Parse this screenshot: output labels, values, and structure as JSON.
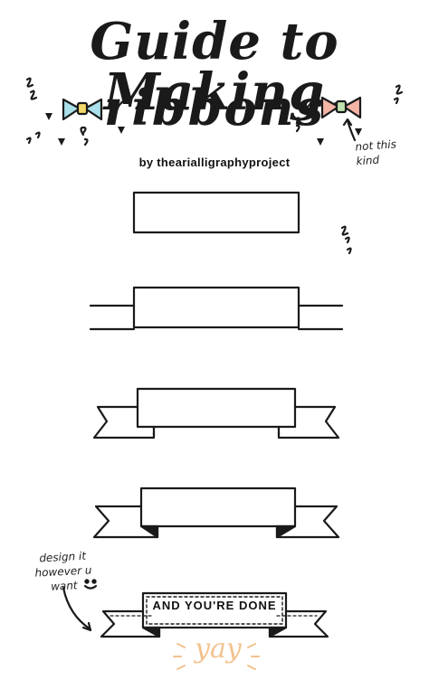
{
  "header": {
    "title_line1": "Guide to Making",
    "title_line2": "ribbons",
    "byline": "by thearialligraphyproject"
  },
  "notes": {
    "not_this_kind": "not this kind",
    "design_it": "design it however u want"
  },
  "final_step": {
    "ribbon_text": "AND YOU'RE DONE",
    "yay": "yay"
  },
  "colors": {
    "bow_blue": "#a9e0ea",
    "bow_yellow": "#f3d86a",
    "bow_pink": "#f4b4a6",
    "bow_green": "#bfe3b0",
    "yay_orange": "#f2c28e",
    "ink": "#1a1a1a"
  },
  "icons": [
    "bow-tie-blue-icon",
    "bow-tie-pink-icon",
    "smiley-icon",
    "arrow-icon"
  ]
}
